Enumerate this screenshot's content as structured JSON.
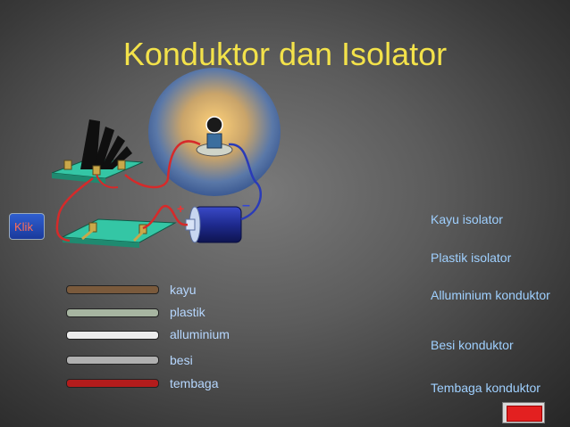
{
  "title": "Konduktor dan Isolator",
  "klik_label": "Klik",
  "polarity": {
    "plus": "+",
    "minus": "–"
  },
  "materials": [
    {
      "label": "kayu",
      "color": "#7a5a3c"
    },
    {
      "label": "plastik",
      "color": "#a7b5a1"
    },
    {
      "label": "alluminium",
      "color": "#ececec"
    },
    {
      "label": "besi",
      "color": "#b0b0b0"
    },
    {
      "label": "tembaga",
      "color": "#b31c1c"
    }
  ],
  "answers": [
    "Kayu isolator",
    "Plastik isolator",
    "Alluminium konduktor",
    "Besi konduktor",
    "Tembaga konduktor"
  ],
  "icons": [
    "bulb-icon",
    "battery-icon",
    "switch-board-icon",
    "next-arrow-icon"
  ]
}
